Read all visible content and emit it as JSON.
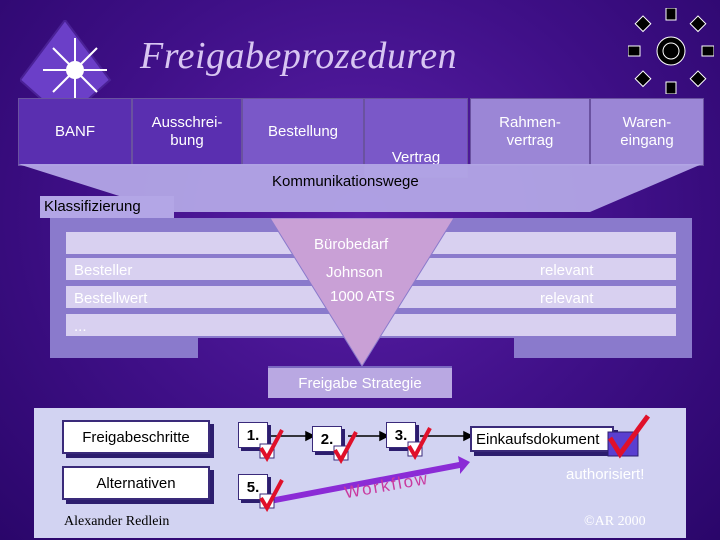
{
  "title": "Freigabeprozeduren",
  "stages": [
    "BANF",
    "Ausschrei-\nbung",
    "Bestellung",
    "Vertrag",
    "Rahmen-\nvertrag",
    "Waren-\neingang"
  ],
  "kommunikation": "Kommunikationswege",
  "klassifizierung": "Klassifizierung",
  "table": {
    "funnel_label": "Bürobedarf",
    "rows": [
      {
        "label": "Besteller",
        "value": "Johnson",
        "status": "relevant"
      },
      {
        "label": "Bestellwert",
        "value": "1000 ATS",
        "status": "relevant"
      },
      {
        "label": "...",
        "value": "",
        "status": ""
      }
    ]
  },
  "strategy": "Freigabe Strategie",
  "workflow": {
    "freigabeschritte": "Freigabeschritte",
    "alternativen": "Alternativen",
    "steps": [
      "1.",
      "2.",
      "3.",
      "5."
    ],
    "einkaufsdokument": "Einkaufsdokument",
    "authorisiert": "authorisiert!",
    "workflow_label": "Workflow"
  },
  "footer": {
    "author": "Alexander Redlein",
    "copyright": "©AR 2000"
  },
  "colors": {
    "check": "#e0102a",
    "accent": "#5a2fb0"
  }
}
